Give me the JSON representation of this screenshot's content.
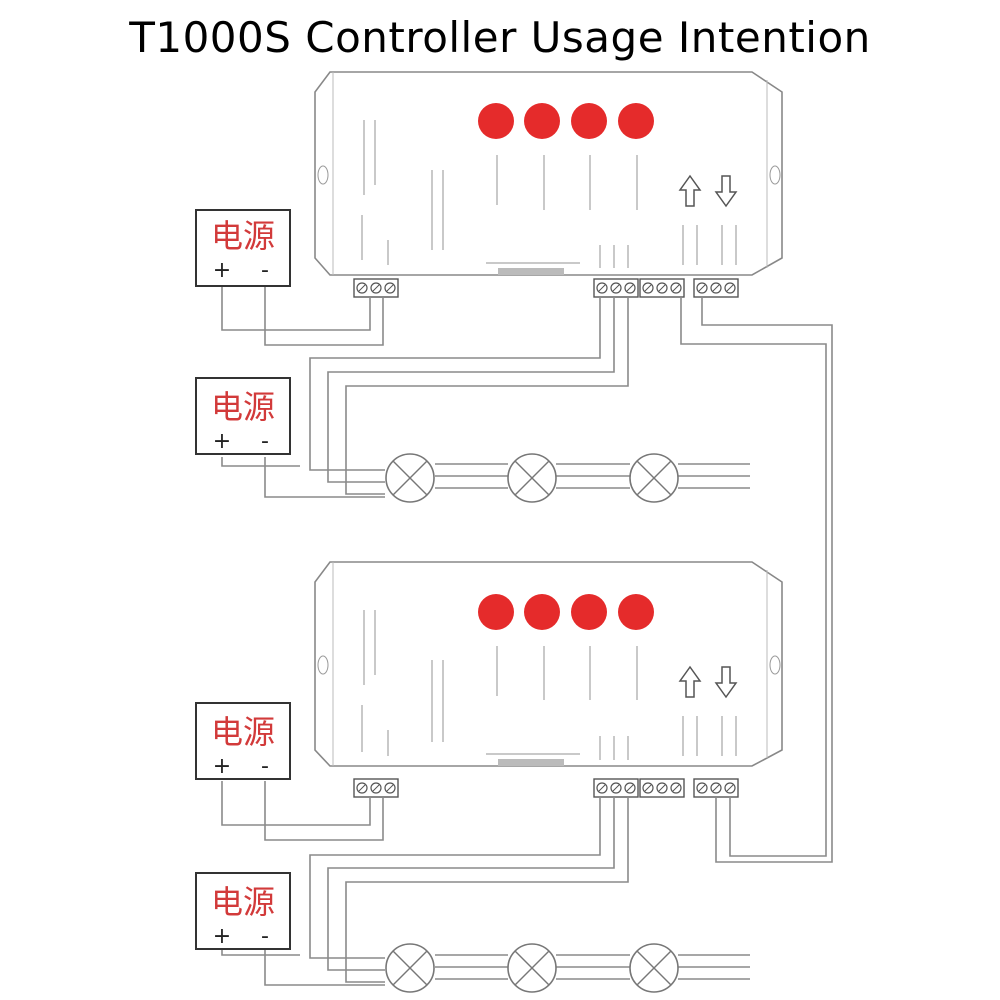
{
  "title": "T1000S Controller Usage Intention",
  "power_supply": {
    "label": "电源",
    "plus": "+",
    "minus": "-"
  },
  "controllers": 2,
  "power_supplies": 4,
  "lamps_per_chain": 3,
  "colors": {
    "button": "#e52b2b",
    "psu_text": "#d23a3a",
    "line": "#9a9a9a"
  }
}
